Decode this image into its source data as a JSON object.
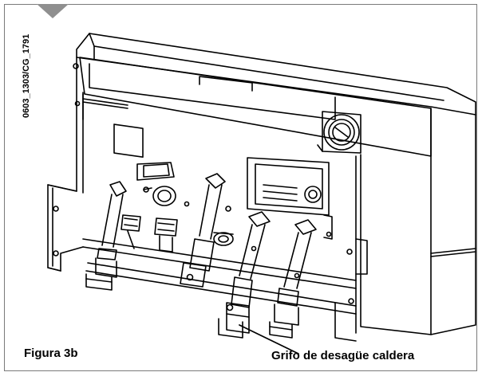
{
  "figure": {
    "code": "0603_1303/CG_1791",
    "caption": "Figura 3b",
    "callout": "Grifo de desagüe caldera"
  },
  "colors": {
    "line": "#000000",
    "frame": "#7a7a7a",
    "corner_tab": "#8f8f8f",
    "background": "#ffffff"
  }
}
